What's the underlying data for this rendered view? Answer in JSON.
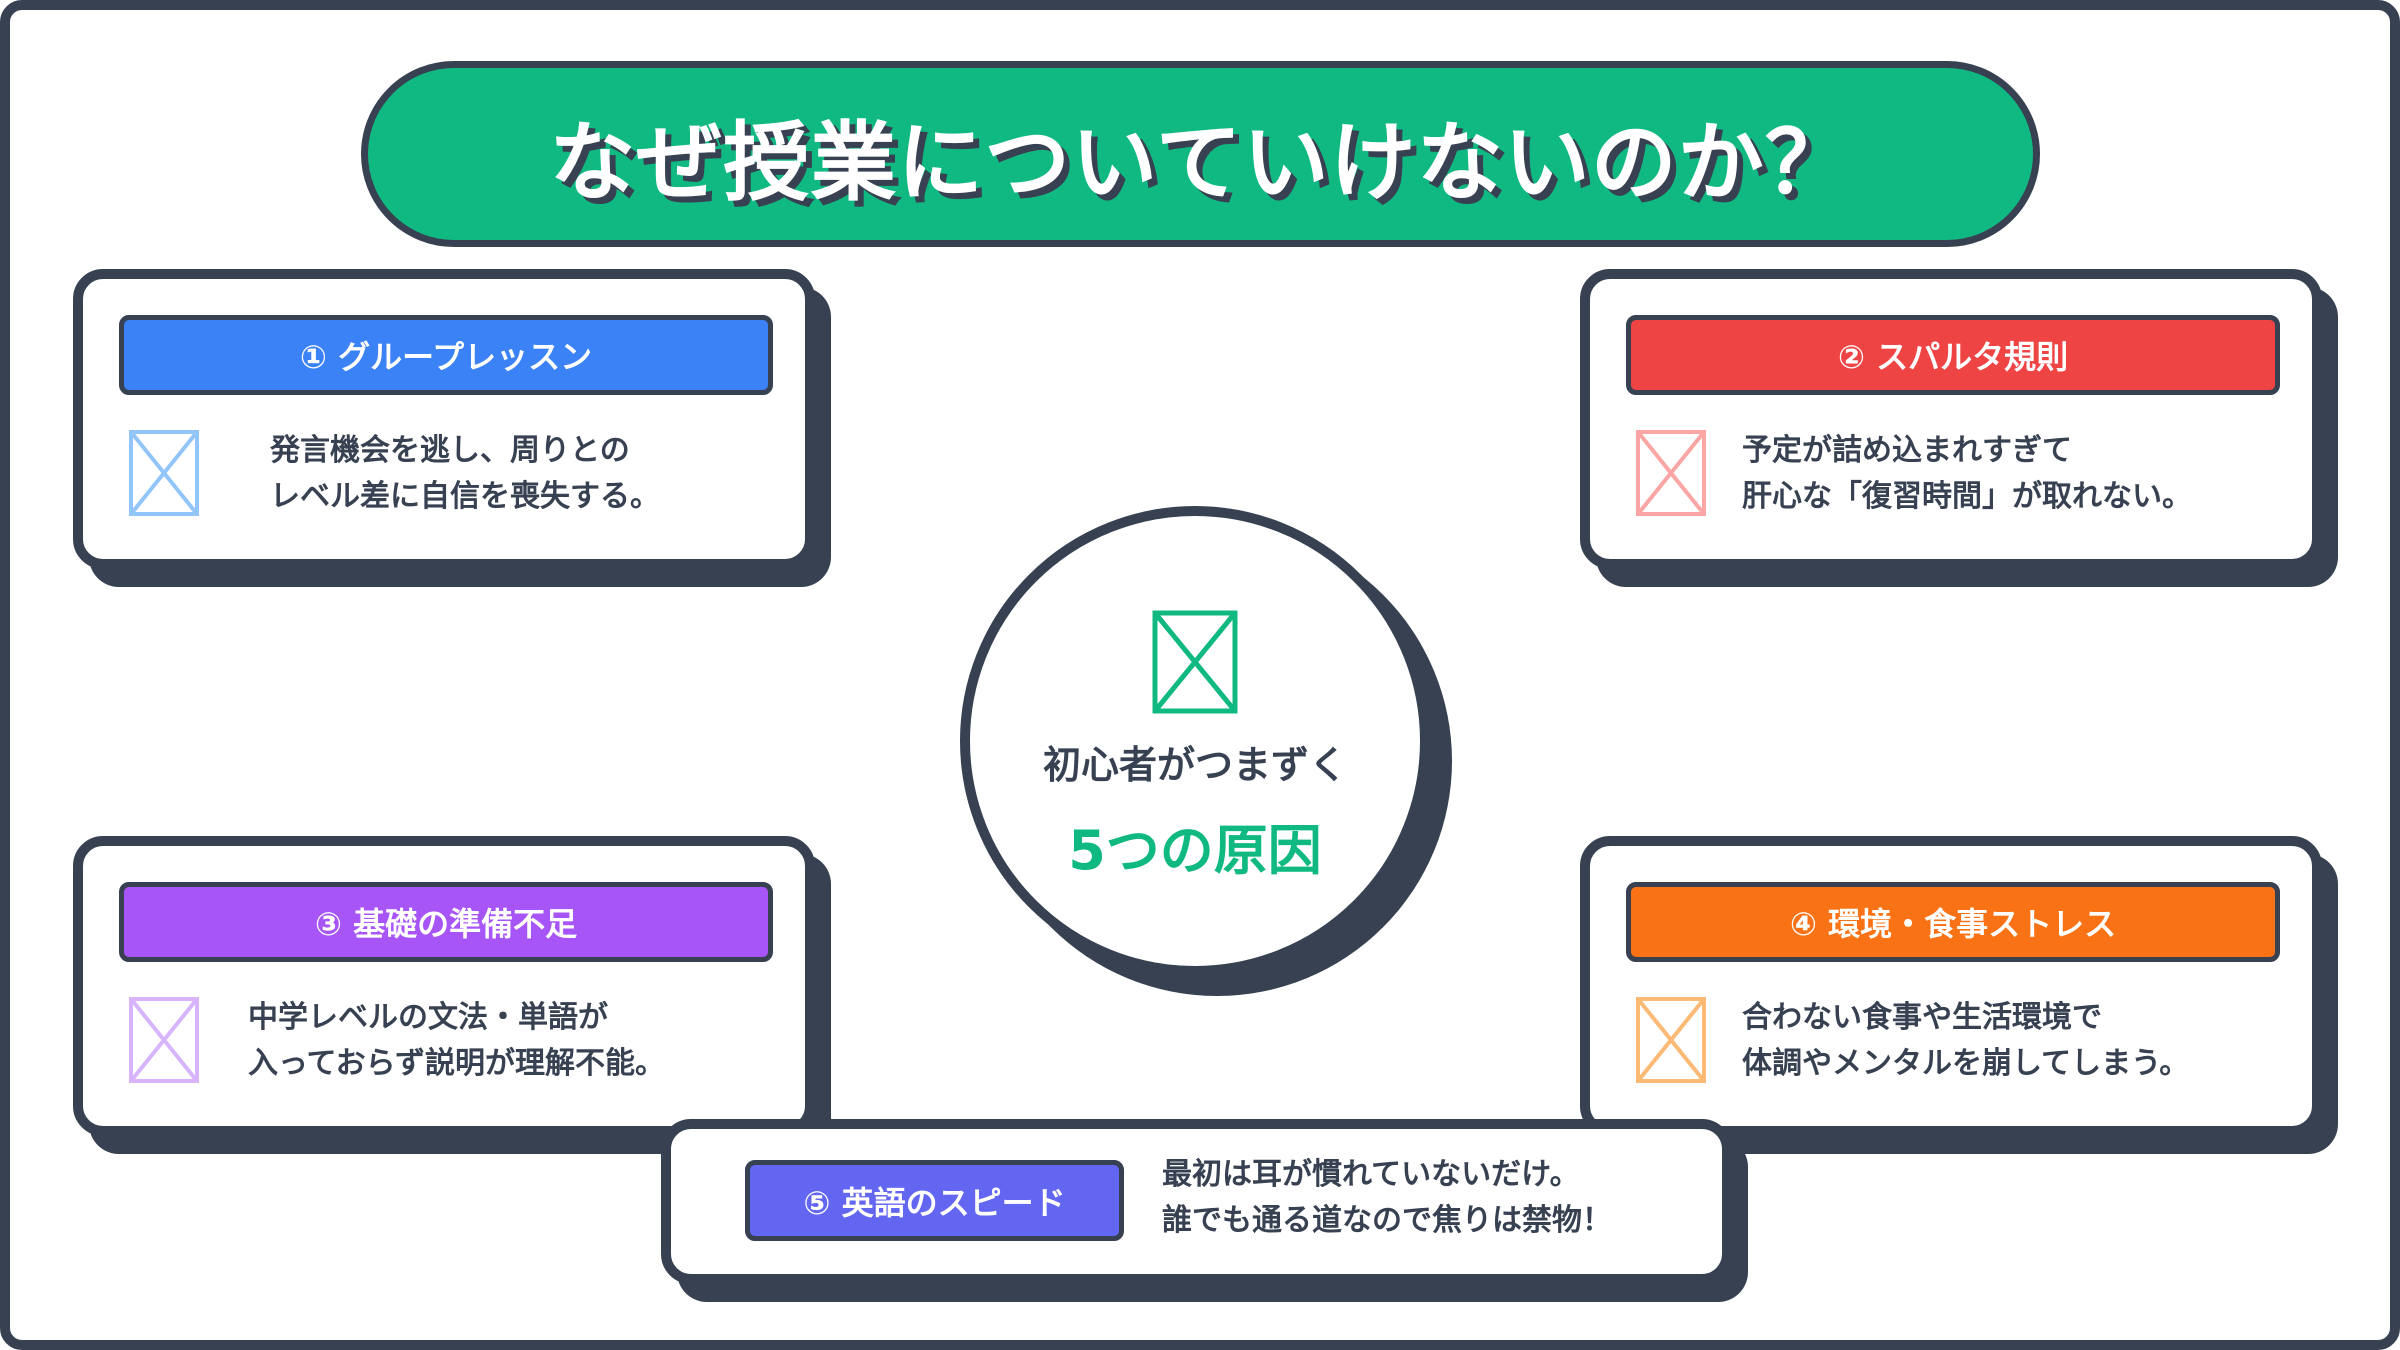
{
  "title": "なぜ授業についていけないのか？",
  "center": {
    "line1": "初心者がつまずく",
    "line2": "5つの原因",
    "icon": "image-placeholder-icon"
  },
  "colors": {
    "dark": "#374151",
    "green": "#10b981",
    "blue": "#3b82f6",
    "red": "#ef4444",
    "purple": "#a855f7",
    "orange": "#f97316",
    "indigo": "#6366f1"
  },
  "causes": [
    {
      "label": "① グループレッスン",
      "line1": "発言機会を逃し、周りとの",
      "line2": "レベル差に自信を喪失する。",
      "color": "#3b82f6",
      "icon_color": "#93c5fd"
    },
    {
      "label": "② スパルタ規則",
      "line1": "予定が詰め込まれすぎて",
      "line2": "肝心な「復習時間」が取れない。",
      "color": "#ef4444",
      "icon_color": "#fca5a5"
    },
    {
      "label": "③ 基礎の準備不足",
      "line1": "中学レベルの文法・単語が",
      "line2": "入っておらず説明が理解不能。",
      "color": "#a855f7",
      "icon_color": "#d8b4fe"
    },
    {
      "label": "④ 環境・食事ストレス",
      "line1": "合わない食事や生活環境で",
      "line2": "体調やメンタルを崩してしまう。",
      "color": "#f97316",
      "icon_color": "#fdba74"
    },
    {
      "label": "⑤ 英語のスピード",
      "line1": "最初は耳が慣れていないだけ。",
      "line2": "誰でも通る道なので焦りは禁物！",
      "color": "#6366f1"
    }
  ]
}
